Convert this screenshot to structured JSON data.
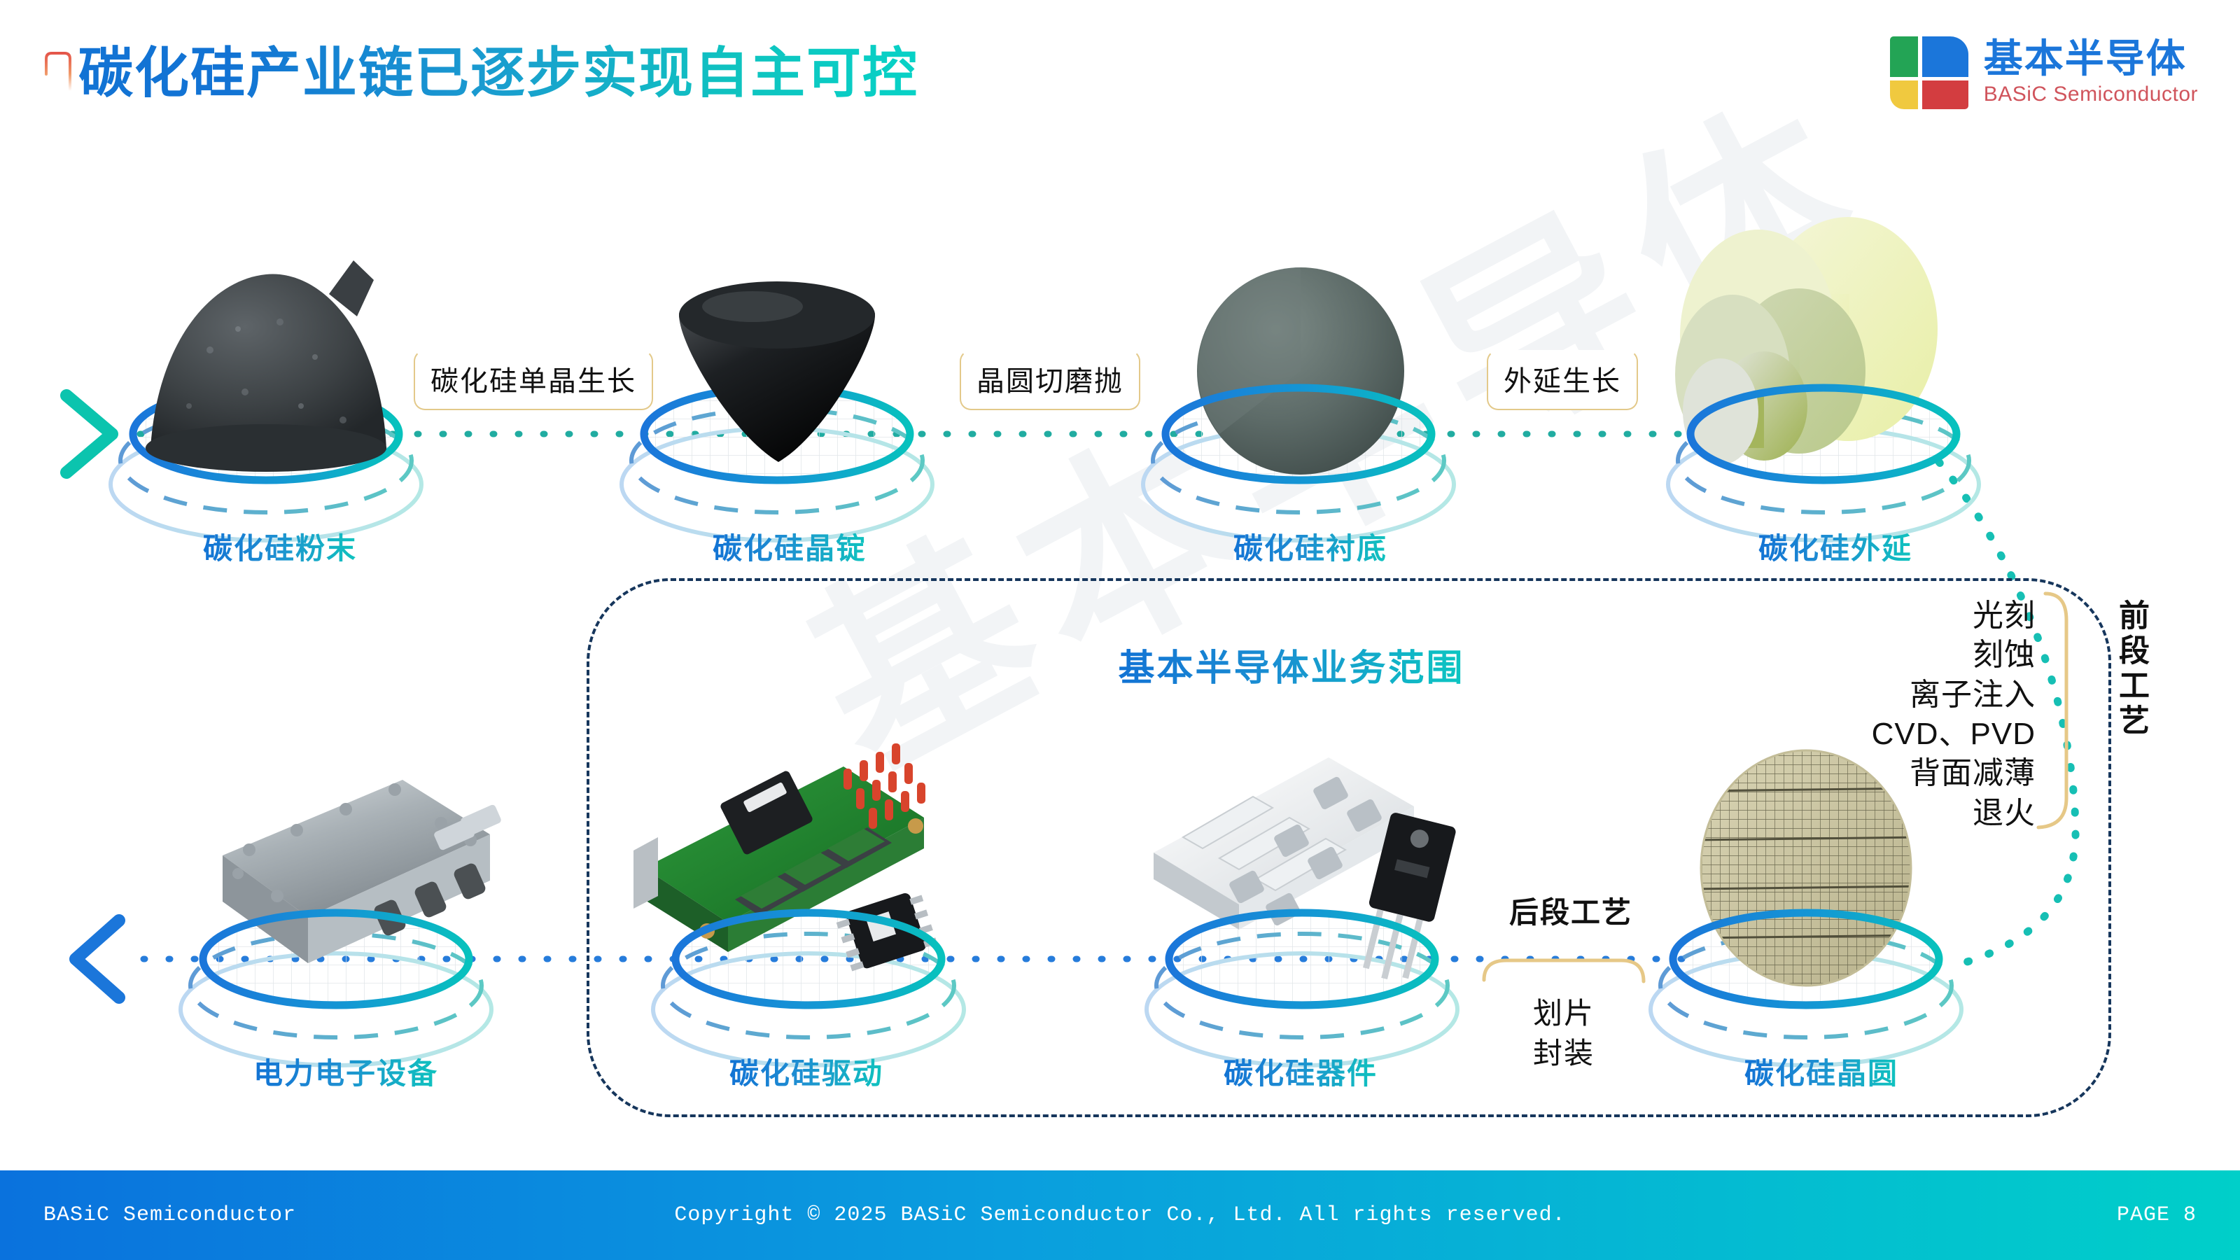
{
  "header": {
    "title": "碳化硅产业链已逐步实现自主可控",
    "marker_icon": "quote-mark-icon"
  },
  "logo": {
    "mark_icon": "basic-semiconductor-logo-icon",
    "cn_name": "基本半导体",
    "en_name": "BASiC Semiconductor",
    "colors": {
      "green": "#23a455",
      "blue": "#1b76da",
      "yellow": "#f0c93f",
      "red": "#d33d40",
      "cn_text": "#1b76da",
      "en_text": "#d0545c"
    }
  },
  "watermark": {
    "text": "基本半导体"
  },
  "flow": {
    "top_row_nodes": [
      {
        "id": "powder",
        "label": "碳化硅粉末",
        "image": "sic-powder-image"
      },
      {
        "id": "ingot",
        "label": "碳化硅晶锭",
        "image": "sic-ingot-image"
      },
      {
        "id": "substrate",
        "label": "碳化硅衬底",
        "image": "sic-substrate-image"
      },
      {
        "id": "epitaxy",
        "label": "碳化硅外延",
        "image": "sic-epitaxy-image"
      }
    ],
    "top_row_steps": [
      {
        "id": "crystal-growth",
        "label": "碳化硅单晶生长"
      },
      {
        "id": "wafer-grinding",
        "label": "晶圆切磨抛"
      },
      {
        "id": "epi-growth",
        "label": "外延生长"
      }
    ],
    "bottom_row_nodes": [
      {
        "id": "equipment",
        "label": "电力电子设备",
        "image": "power-electronics-equipment-image"
      },
      {
        "id": "driver",
        "label": "碳化硅驱动",
        "image": "sic-driver-board-image"
      },
      {
        "id": "device",
        "label": "碳化硅器件",
        "image": "sic-power-module-image"
      },
      {
        "id": "wafer",
        "label": "碳化硅晶圆",
        "image": "sic-wafer-image"
      }
    ],
    "bottom_row_steps": [
      {
        "id": "back-end-process",
        "label": "后段工艺"
      },
      {
        "id": "dicing-packaging",
        "lines": [
          "划片",
          "封装"
        ]
      }
    ],
    "front_end": {
      "vertical_label": "前段工艺",
      "steps": [
        "光刻",
        "刻蚀",
        "离子注入",
        "CVD、PVD",
        "背面减薄",
        "退火"
      ]
    },
    "arrows": {
      "inbound_icon": "chevron-right-icon",
      "outbound_icon": "chevron-left-icon",
      "inbound_color": "#0bc4ae",
      "outbound_color": "#1b76da"
    }
  },
  "scope": {
    "title": "基本半导体业务范围",
    "border_color": "#16365c"
  },
  "footer": {
    "brand": "BASiC Semiconductor",
    "copyright": "Copyright © 2025 BASiC Semiconductor Co., Ltd. All rights reserved.",
    "page": "PAGE 8",
    "gradient_from": "#0a72dd",
    "gradient_to": "#00cfc9"
  }
}
